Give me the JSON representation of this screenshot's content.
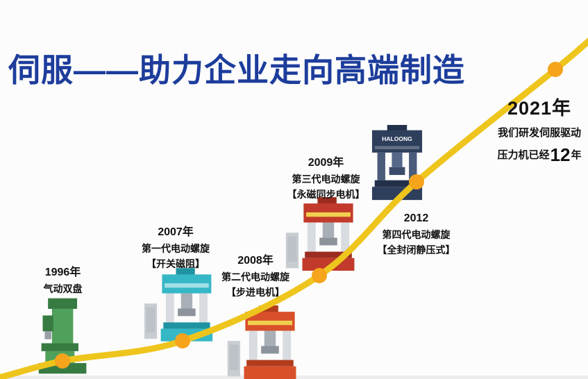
{
  "page": {
    "title": "伺服——助力企业走向高端制造",
    "background": "#fcfcfc"
  },
  "colors": {
    "title": "#1d3d9c",
    "curve": "#eec51d",
    "dot": "#f5a41c",
    "text": "#111111"
  },
  "milestones": [
    {
      "year": "1996年",
      "line1": "气动双盘",
      "machine": "pneumatic-double-disc-press",
      "machine_color": "#4fa05a",
      "machine_color_dark": "#377a42"
    },
    {
      "year": "2007年",
      "line1": "第一代电动螺旋",
      "line2": "【开关磁阻】",
      "machine": "gen1-electric-screw-press",
      "machine_color": "#35b7c6",
      "machine_color_dark": "#1f93a2"
    },
    {
      "year": "2008年",
      "line1": "第二代电动螺旋",
      "line2": "【步进电机】",
      "machine": "gen2-electric-screw-press",
      "machine_color": "#d8502a",
      "machine_color_dark": "#b23c1d"
    },
    {
      "year": "2009年",
      "line1": "第三代电动螺旋",
      "line2": "【永磁同步电机】",
      "machine": "gen3-electric-screw-press",
      "machine_color": "#c23a2b",
      "machine_color_dark": "#9c2c1f"
    },
    {
      "year": "2012",
      "line1": "第四代电动螺旋",
      "line2": "【全封闭静压式】",
      "machine": "gen4-electric-screw-press",
      "machine_color": "#2e3f5c",
      "machine_color_dark": "#22304a",
      "machine_brand": "HALOONG"
    },
    {
      "year": "2021年",
      "line1": "我们研发伺服驱动",
      "line2_prefix": "压力机已经",
      "line2_number": "12",
      "line2_suffix": "年"
    }
  ]
}
